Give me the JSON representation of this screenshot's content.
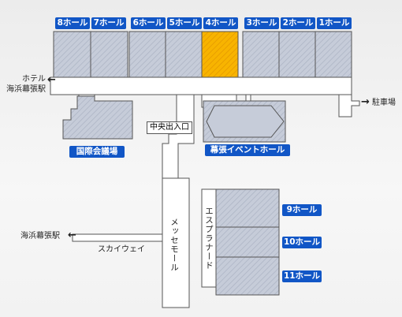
{
  "halls_top": [
    "8ホール",
    "7ホール",
    "6ホール",
    "5ホール",
    "4ホール",
    "3ホール",
    "2ホール",
    "1ホール"
  ],
  "halls_side": [
    "9ホール",
    "10ホール",
    "11ホール"
  ],
  "highlighted_hall": "4ホール",
  "places": {
    "hotel": "ホテル",
    "station_top": "海浜幕張駅",
    "station_left": "海浜幕張駅",
    "parking": "駐車場",
    "central_gate": "中央出入口",
    "convention": "国際会議場",
    "event_hall": "幕張イベントホール",
    "skyway": "スカイウェイ",
    "messe_mall": "メッセモール",
    "esplanade": "エスプラナード"
  },
  "colors": {
    "label_bg": "#1156c6",
    "highlight": "#f5a800",
    "building": "#c4cad7"
  },
  "icons": {
    "arrow_left": "←",
    "arrow_right": "→"
  }
}
